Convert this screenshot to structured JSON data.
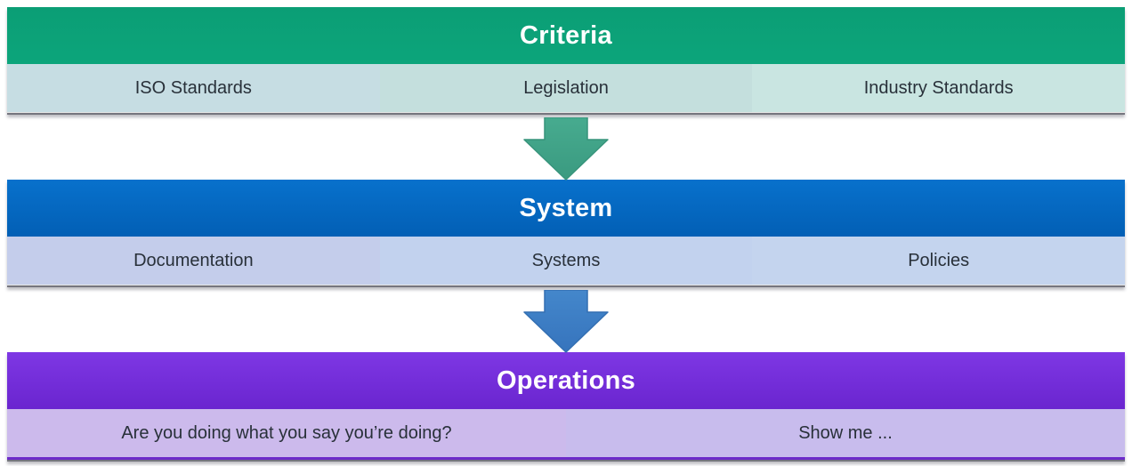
{
  "diagram": {
    "tiers": [
      {
        "title": "Criteria",
        "header_color": "#0aa078",
        "cell_colors": [
          "#c6dde3",
          "#c4dfdd",
          "#c9e5e1"
        ],
        "items": [
          "ISO Standards",
          "Legislation",
          "Industry Standards"
        ]
      },
      {
        "title": "System",
        "header_color": "#0568c2",
        "cell_colors": [
          "#c4cdeb",
          "#c2d2ee",
          "#c4d4ee"
        ],
        "items": [
          "Documentation",
          "Systems",
          "Policies"
        ]
      },
      {
        "title": "Operations",
        "header_color": "#7630db",
        "cell_colors": [
          "#ccbaec",
          "#c8bced"
        ],
        "items": [
          "Are you doing what you say you’re doing?",
          "Show me ..."
        ]
      }
    ],
    "arrows": [
      {
        "name": "criteria-to-system",
        "direction": "down",
        "color": "#3fa287",
        "edge_color": "#37947b"
      },
      {
        "name": "system-to-operations",
        "direction": "down",
        "color": "#3b7fc5",
        "edge_color": "#336fb2"
      }
    ]
  }
}
